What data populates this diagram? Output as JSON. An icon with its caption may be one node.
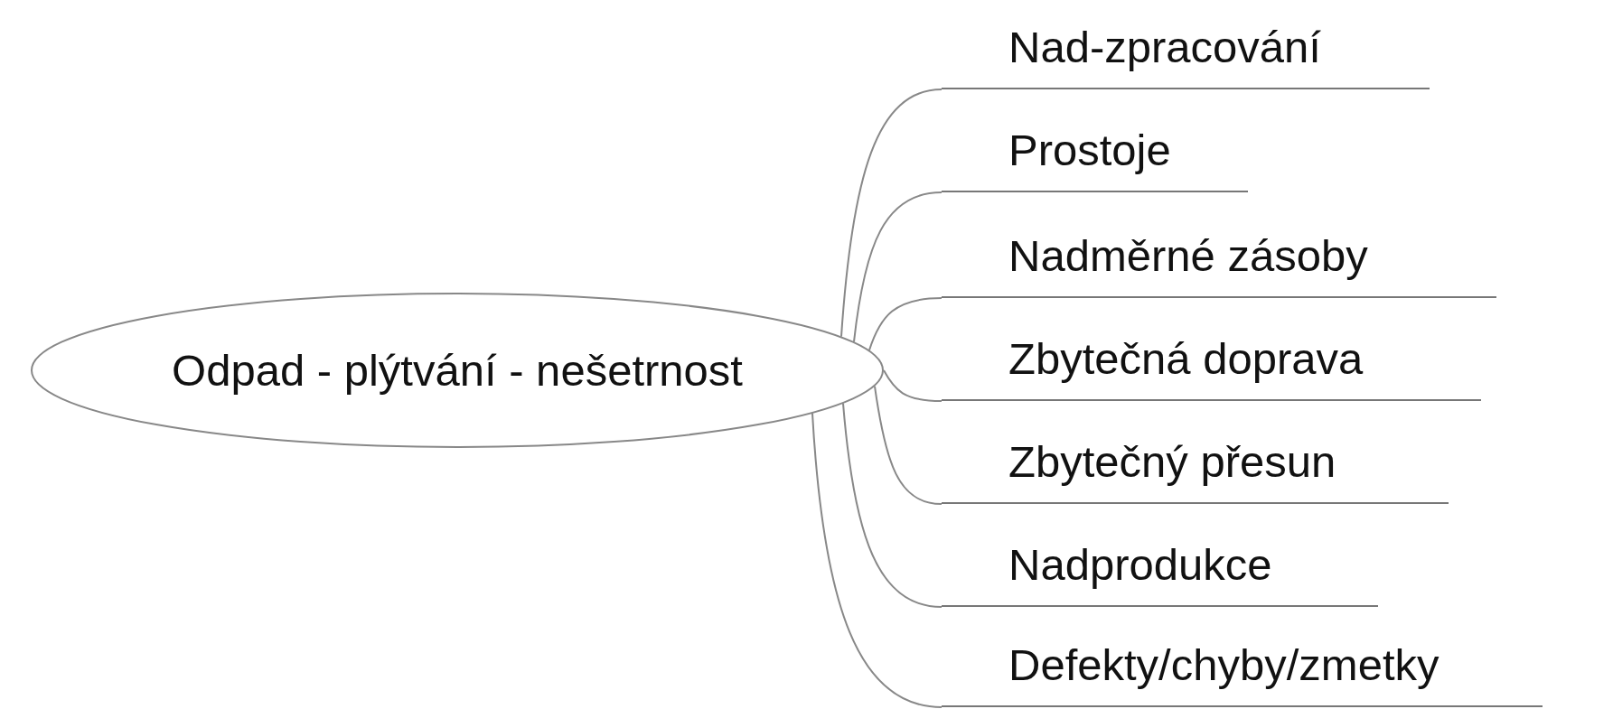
{
  "diagram": {
    "nodes": [
      {
        "text": [
          "Odpad - plýtvání - nešetrnost"
        ]
      },
      {
        "text": [
          "Nad-zpracování"
        ]
      },
      {
        "text": [
          "Prostoje"
        ]
      },
      {
        "text": [
          "Nadměrné zásoby"
        ]
      },
      {
        "text": [
          "Zbytečná doprava"
        ]
      },
      {
        "text": [
          "Zbytečný přesun"
        ]
      },
      {
        "text": [
          "Nadprodukce"
        ]
      },
      {
        "text": [
          "Defekty/chyby/zmetky"
        ]
      }
    ],
    "edges": [
      {
        "from": 0,
        "to": 1,
        "arrow": "none"
      },
      {
        "from": 0,
        "to": 2,
        "arrow": "none"
      },
      {
        "from": 0,
        "to": 3,
        "arrow": "none"
      },
      {
        "from": 0,
        "to": 4,
        "arrow": "none"
      },
      {
        "from": 0,
        "to": 5,
        "arrow": "none"
      },
      {
        "from": 0,
        "to": 6,
        "arrow": "none"
      },
      {
        "from": 0,
        "to": 7,
        "arrow": "none"
      }
    ]
  }
}
